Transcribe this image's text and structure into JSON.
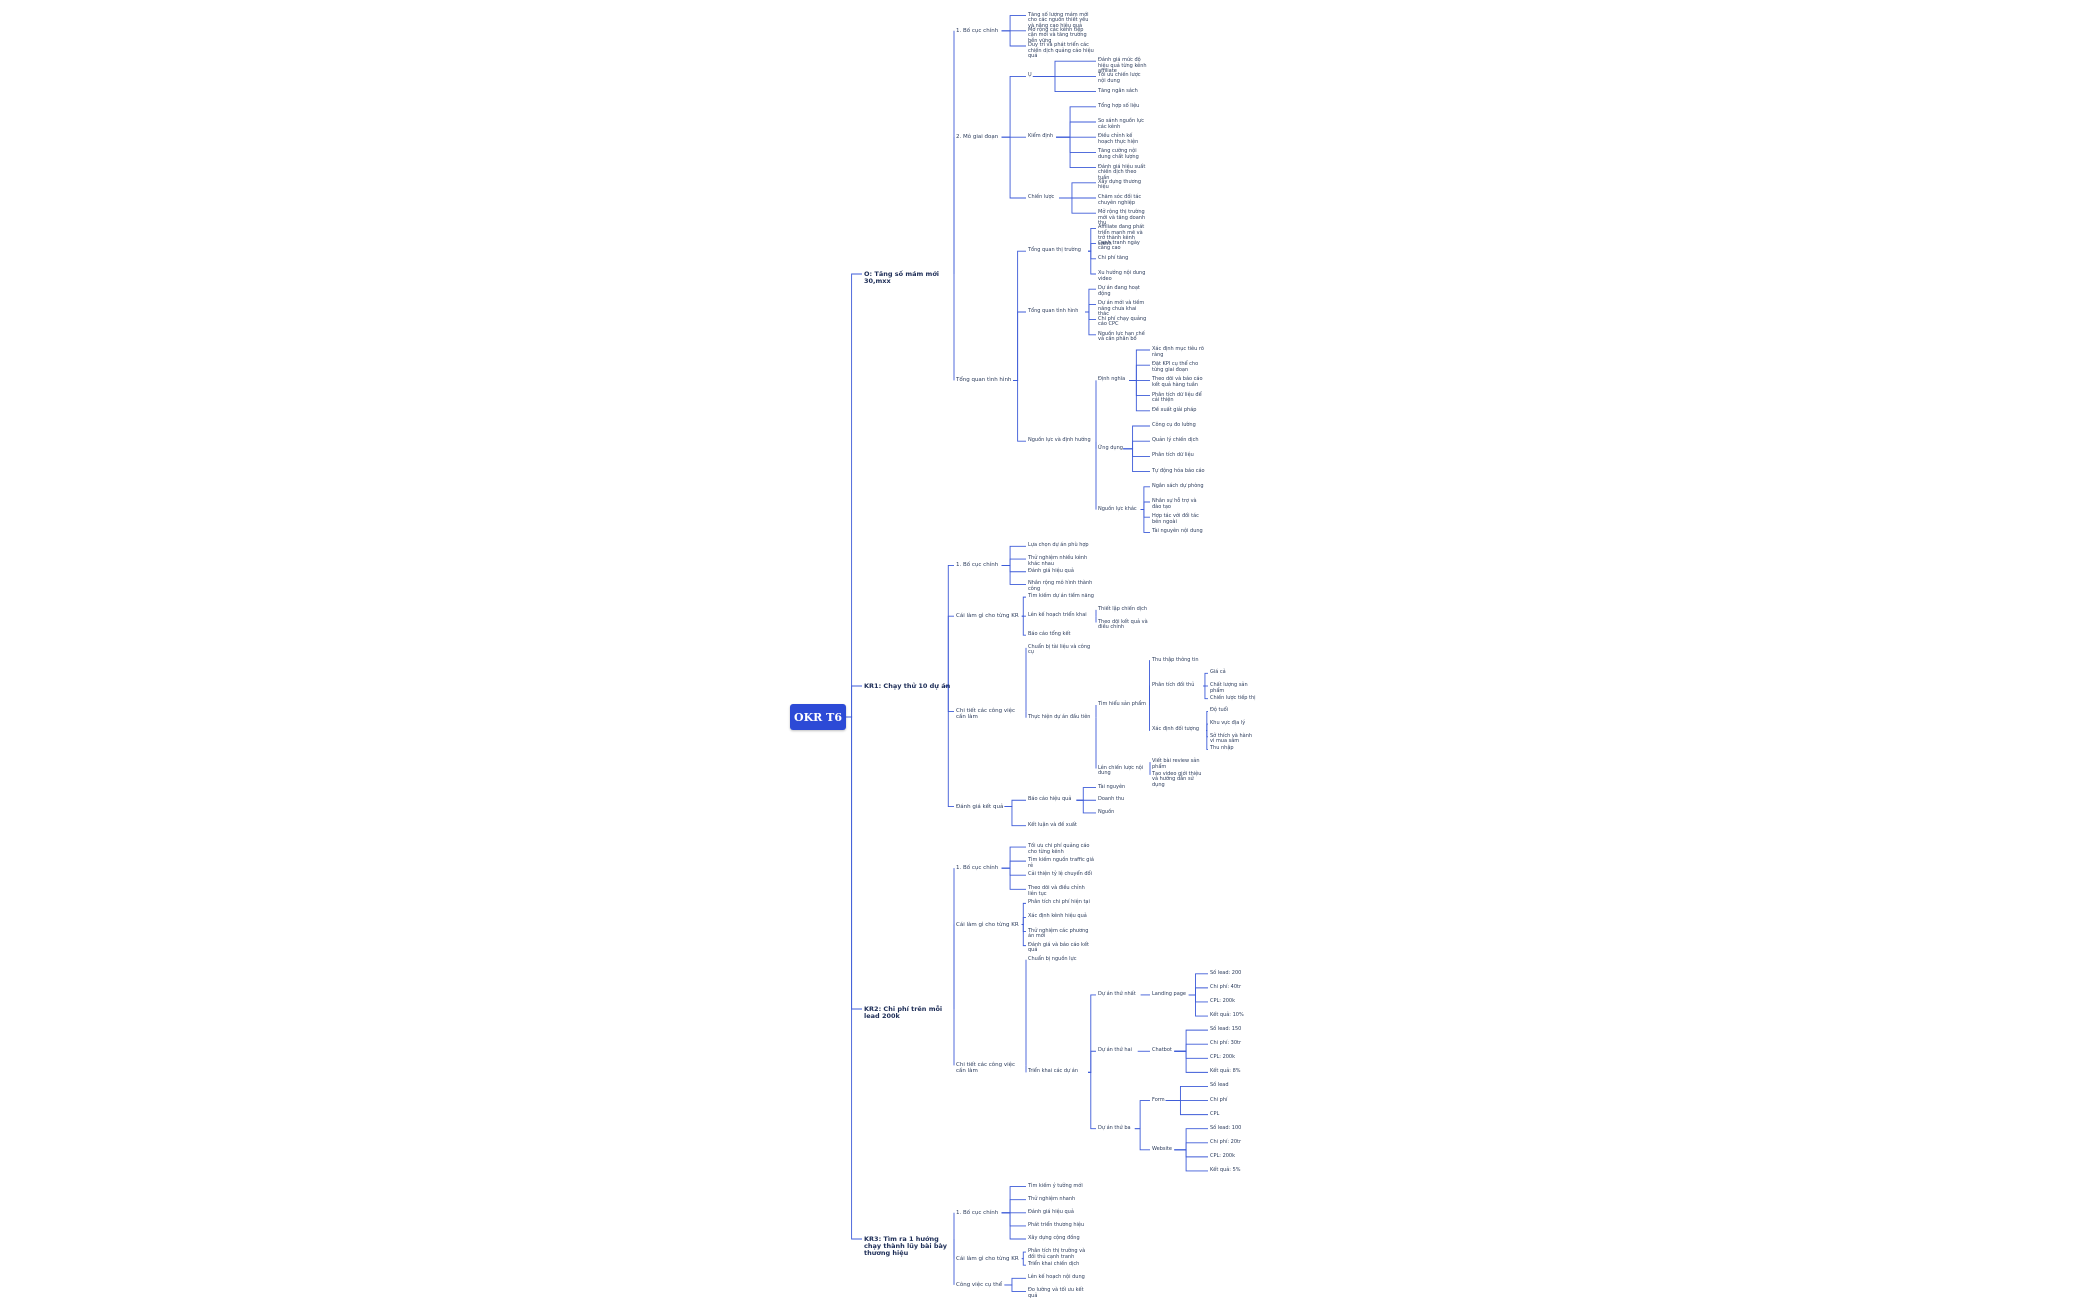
{
  "root_label": "OKR T6",
  "colors": {
    "edge": "#3d5bd8",
    "root": "#2c4ad6",
    "text": "#2a3a5a"
  },
  "mindmap": {
    "children": [
      {
        "label": "O: Tăng số mám mới 30,mxx",
        "children": [
          {
            "label": "1. Bố cục chính",
            "children": [
              {
                "label": "Tăng số lượng mám mới cho các nguồn thiết yếu và nâng cao hiệu quả"
              },
              {
                "label": "Mở rộng các kênh tiếp cận mới và tăng trưởng bền vững"
              },
              {
                "label": "Duy trì và phát triển các chiến dịch quảng cáo hiệu quả"
              }
            ]
          },
          {
            "label": "2. Mô giai đoạn",
            "children": [
              {
                "label": "Ụ",
                "children": [
                  {
                    "label": "Đánh giá mức độ hiệu quả từng kênh affiliate"
                  },
                  {
                    "label": "Tối ưu chiến lược nội dung"
                  },
                  {
                    "label": "Tăng ngân sách"
                  }
                ]
              },
              {
                "label": "Kiểm định",
                "children": [
                  {
                    "label": "Tổng hợp số liệu"
                  },
                  {
                    "label": "So sánh nguồn lực các kênh"
                  },
                  {
                    "label": "Điều chỉnh kế hoạch thực hiện"
                  },
                  {
                    "label": "Tăng cường nội dung chất lượng"
                  },
                  {
                    "label": "Đánh giá hiệu suất chiến dịch theo tuần"
                  }
                ]
              },
              {
                "label": "Chiến lược",
                "children": [
                  {
                    "label": "Xây dựng thương hiệu"
                  },
                  {
                    "label": "Chăm sóc đối tác chuyên nghiệp"
                  },
                  {
                    "label": "Mở rộng thị trường mới và tăng doanh thu"
                  }
                ]
              }
            ]
          },
          {
            "label": "Tổng quan tình hình",
            "children": [
              {
                "label": "Tổng quan thị trường",
                "children": [
                  {
                    "label": "Affiliate đang phát triển mạnh mẽ và trở thành kênh chính"
                  },
                  {
                    "label": "Cạnh tranh ngày càng cao"
                  },
                  {
                    "label": "Chi phí tăng"
                  },
                  {
                    "label": "Xu hướng nội dung video"
                  }
                ]
              },
              {
                "label": "Tổng quan tình hình",
                "children": [
                  {
                    "label": "Dự án đang hoạt động"
                  },
                  {
                    "label": "Dự án mới và tiềm năng chưa khai thác"
                  },
                  {
                    "label": "Chi phí chạy quảng cáo CPC"
                  },
                  {
                    "label": "Nguồn lực hạn chế và cần phân bổ"
                  }
                ]
              },
              {
                "label": "Nguồn lực và định hướng",
                "children": [
                  {
                    "label": "Định nghĩa",
                    "children": [
                      {
                        "label": "Xác định mục tiêu rõ ràng"
                      },
                      {
                        "label": "Đặt KPI cụ thể cho từng giai đoạn"
                      },
                      {
                        "label": "Theo dõi và báo cáo kết quả hàng tuần"
                      },
                      {
                        "label": "Phân tích dữ liệu để cải thiện"
                      },
                      {
                        "label": "Đề xuất giải pháp"
                      }
                    ]
                  },
                  {
                    "label": "Ứng dụng",
                    "children": [
                      {
                        "label": "Công cụ đo lường"
                      },
                      {
                        "label": "Quản lý chiến dịch"
                      },
                      {
                        "label": "Phân tích dữ liệu"
                      },
                      {
                        "label": "Tự động hóa báo cáo"
                      }
                    ]
                  },
                  {
                    "label": "Nguồn lực khác",
                    "children": [
                      {
                        "label": "Ngân sách dự phòng"
                      },
                      {
                        "label": "Nhân sự hỗ trợ và đào tạo"
                      },
                      {
                        "label": "Hợp tác với đối tác bên ngoài"
                      },
                      {
                        "label": "Tài nguyên nội dung"
                      }
                    ]
                  }
                ]
              }
            ]
          }
        ]
      },
      {
        "label": "KR1: Chạy thử 10 dự án",
        "children": [
          {
            "label": "1. Bố cục chính",
            "children": [
              {
                "label": "Lựa chọn dự án phù hợp"
              },
              {
                "label": "Thử nghiệm nhiều kênh khác nhau"
              },
              {
                "label": "Đánh giá hiệu quả"
              },
              {
                "label": "Nhân rộng mô hình thành công"
              }
            ]
          },
          {
            "label": "Cái làm gì cho từng KR",
            "children": [
              {
                "label": "Tìm kiếm dự án tiềm năng"
              },
              {
                "label": "Lên kế hoạch triển khai",
                "children": [
                  {
                    "label": "Thiết lập chiến dịch"
                  },
                  {
                    "label": "Theo dõi kết quả và điều chỉnh"
                  }
                ]
              },
              {
                "label": "Báo cáo tổng kết"
              }
            ]
          },
          {
            "label": "Chi tiết các công việc cần làm",
            "children": [
              {
                "label": "Chuẩn bị tài liệu và công cụ"
              },
              {
                "label": "Thực hiện dự án đầu tiên",
                "children": [
                  {
                    "label": "Tìm hiểu sản phẩm",
                    "children": [
                      {
                        "label": "Thu thập thông tin"
                      },
                      {
                        "label": "Phân tích đối thủ",
                        "children": [
                          {
                            "label": "Giá cả"
                          },
                          {
                            "label": "Chất lượng sản phẩm"
                          },
                          {
                            "label": "Chiến lược tiếp thị"
                          }
                        ]
                      },
                      {
                        "label": "Xác định đối tượng",
                        "children": [
                          {
                            "label": "Độ tuổi"
                          },
                          {
                            "label": "Khu vực địa lý"
                          },
                          {
                            "label": "Sở thích và hành vi mua sắm"
                          },
                          {
                            "label": "Thu nhập"
                          }
                        ]
                      }
                    ]
                  },
                  {
                    "label": "Lên chiến lược nội dung",
                    "children": [
                      {
                        "label": "Viết bài review sản phẩm"
                      },
                      {
                        "label": "Tạo video giới thiệu và hướng dẫn sử dụng"
                      }
                    ]
                  }
                ]
              }
            ]
          },
          {
            "label": "Đánh giá kết quả",
            "children": [
              {
                "label": "Báo cáo hiệu quả",
                "children": [
                  {
                    "label": "Tài nguyên"
                  },
                  {
                    "label": "Doanh thu"
                  },
                  {
                    "label": "Nguồn"
                  }
                ]
              },
              {
                "label": "Kết luận và đề xuất"
              }
            ]
          }
        ]
      },
      {
        "label": "KR2: Chi phí trên mỗi lead 200k",
        "children": [
          {
            "label": "1. Bố cục chính",
            "children": [
              {
                "label": "Tối ưu chi phí quảng cáo cho từng kênh"
              },
              {
                "label": "Tìm kiếm nguồn traffic giá rẻ"
              },
              {
                "label": "Cải thiện tỷ lệ chuyển đổi"
              },
              {
                "label": "Theo dõi và điều chỉnh liên tục"
              }
            ]
          },
          {
            "label": "Cái làm gì cho từng KR",
            "children": [
              {
                "label": "Phân tích chi phí hiện tại"
              },
              {
                "label": "Xác định kênh hiệu quả"
              },
              {
                "label": "Thử nghiệm các phương án mới"
              },
              {
                "label": "Đánh giá và báo cáo kết quả"
              }
            ]
          },
          {
            "label": "Chi tiết các công việc cần làm",
            "children": [
              {
                "label": "Chuẩn bị nguồn lực"
              },
              {
                "label": "Triển khai các dự án",
                "children": [
                  {
                    "label": "Dự án thứ nhất",
                    "children": [
                      {
                        "label": "Landing page",
                        "children": [
                          {
                            "label": "Số lead: 200"
                          },
                          {
                            "label": "Chi phí: 40tr"
                          },
                          {
                            "label": "CPL: 200k"
                          },
                          {
                            "label": "Kết quả: 10%"
                          }
                        ]
                      }
                    ]
                  },
                  {
                    "label": "Dự án thứ hai",
                    "children": [
                      {
                        "label": "Chatbot",
                        "children": [
                          {
                            "label": "Số lead: 150"
                          },
                          {
                            "label": "Chi phí: 30tr"
                          },
                          {
                            "label": "CPL: 200k"
                          },
                          {
                            "label": "Kết quả: 8%"
                          }
                        ]
                      }
                    ]
                  },
                  {
                    "label": "Dự án thứ ba",
                    "children": [
                      {
                        "label": "Form",
                        "children": [
                          {
                            "label": "Số lead"
                          },
                          {
                            "label": "Chi phí"
                          },
                          {
                            "label": "CPL"
                          }
                        ]
                      },
                      {
                        "label": "Website",
                        "children": [
                          {
                            "label": "Số lead: 100"
                          },
                          {
                            "label": "Chi phí: 20tr"
                          },
                          {
                            "label": "CPL: 200k"
                          },
                          {
                            "label": "Kết quả: 5%"
                          }
                        ]
                      }
                    ]
                  }
                ]
              }
            ]
          }
        ]
      },
      {
        "label": "KR3: Tìm ra 1 hướng chạy thành lũy bài bày thương hiệu",
        "children": [
          {
            "label": "1. Bố cục chính",
            "children": [
              {
                "label": "Tìm kiếm ý tưởng mới"
              },
              {
                "label": "Thử nghiệm nhanh"
              },
              {
                "label": "Đánh giá hiệu quả"
              },
              {
                "label": "Phát triển thương hiệu"
              },
              {
                "label": "Xây dựng cộng đồng"
              }
            ]
          },
          {
            "label": "Cái làm gì cho từng KR",
            "children": [
              {
                "label": "Phân tích thị trường và đối thủ cạnh tranh"
              },
              {
                "label": "Triển khai chiến dịch"
              }
            ]
          },
          {
            "label": "Công việc cụ thể",
            "children": [
              {
                "label": "Lên kế hoạch nội dung"
              },
              {
                "label": "Đo lường và tối ưu kết quả"
              }
            ]
          }
        ]
      }
    ]
  }
}
